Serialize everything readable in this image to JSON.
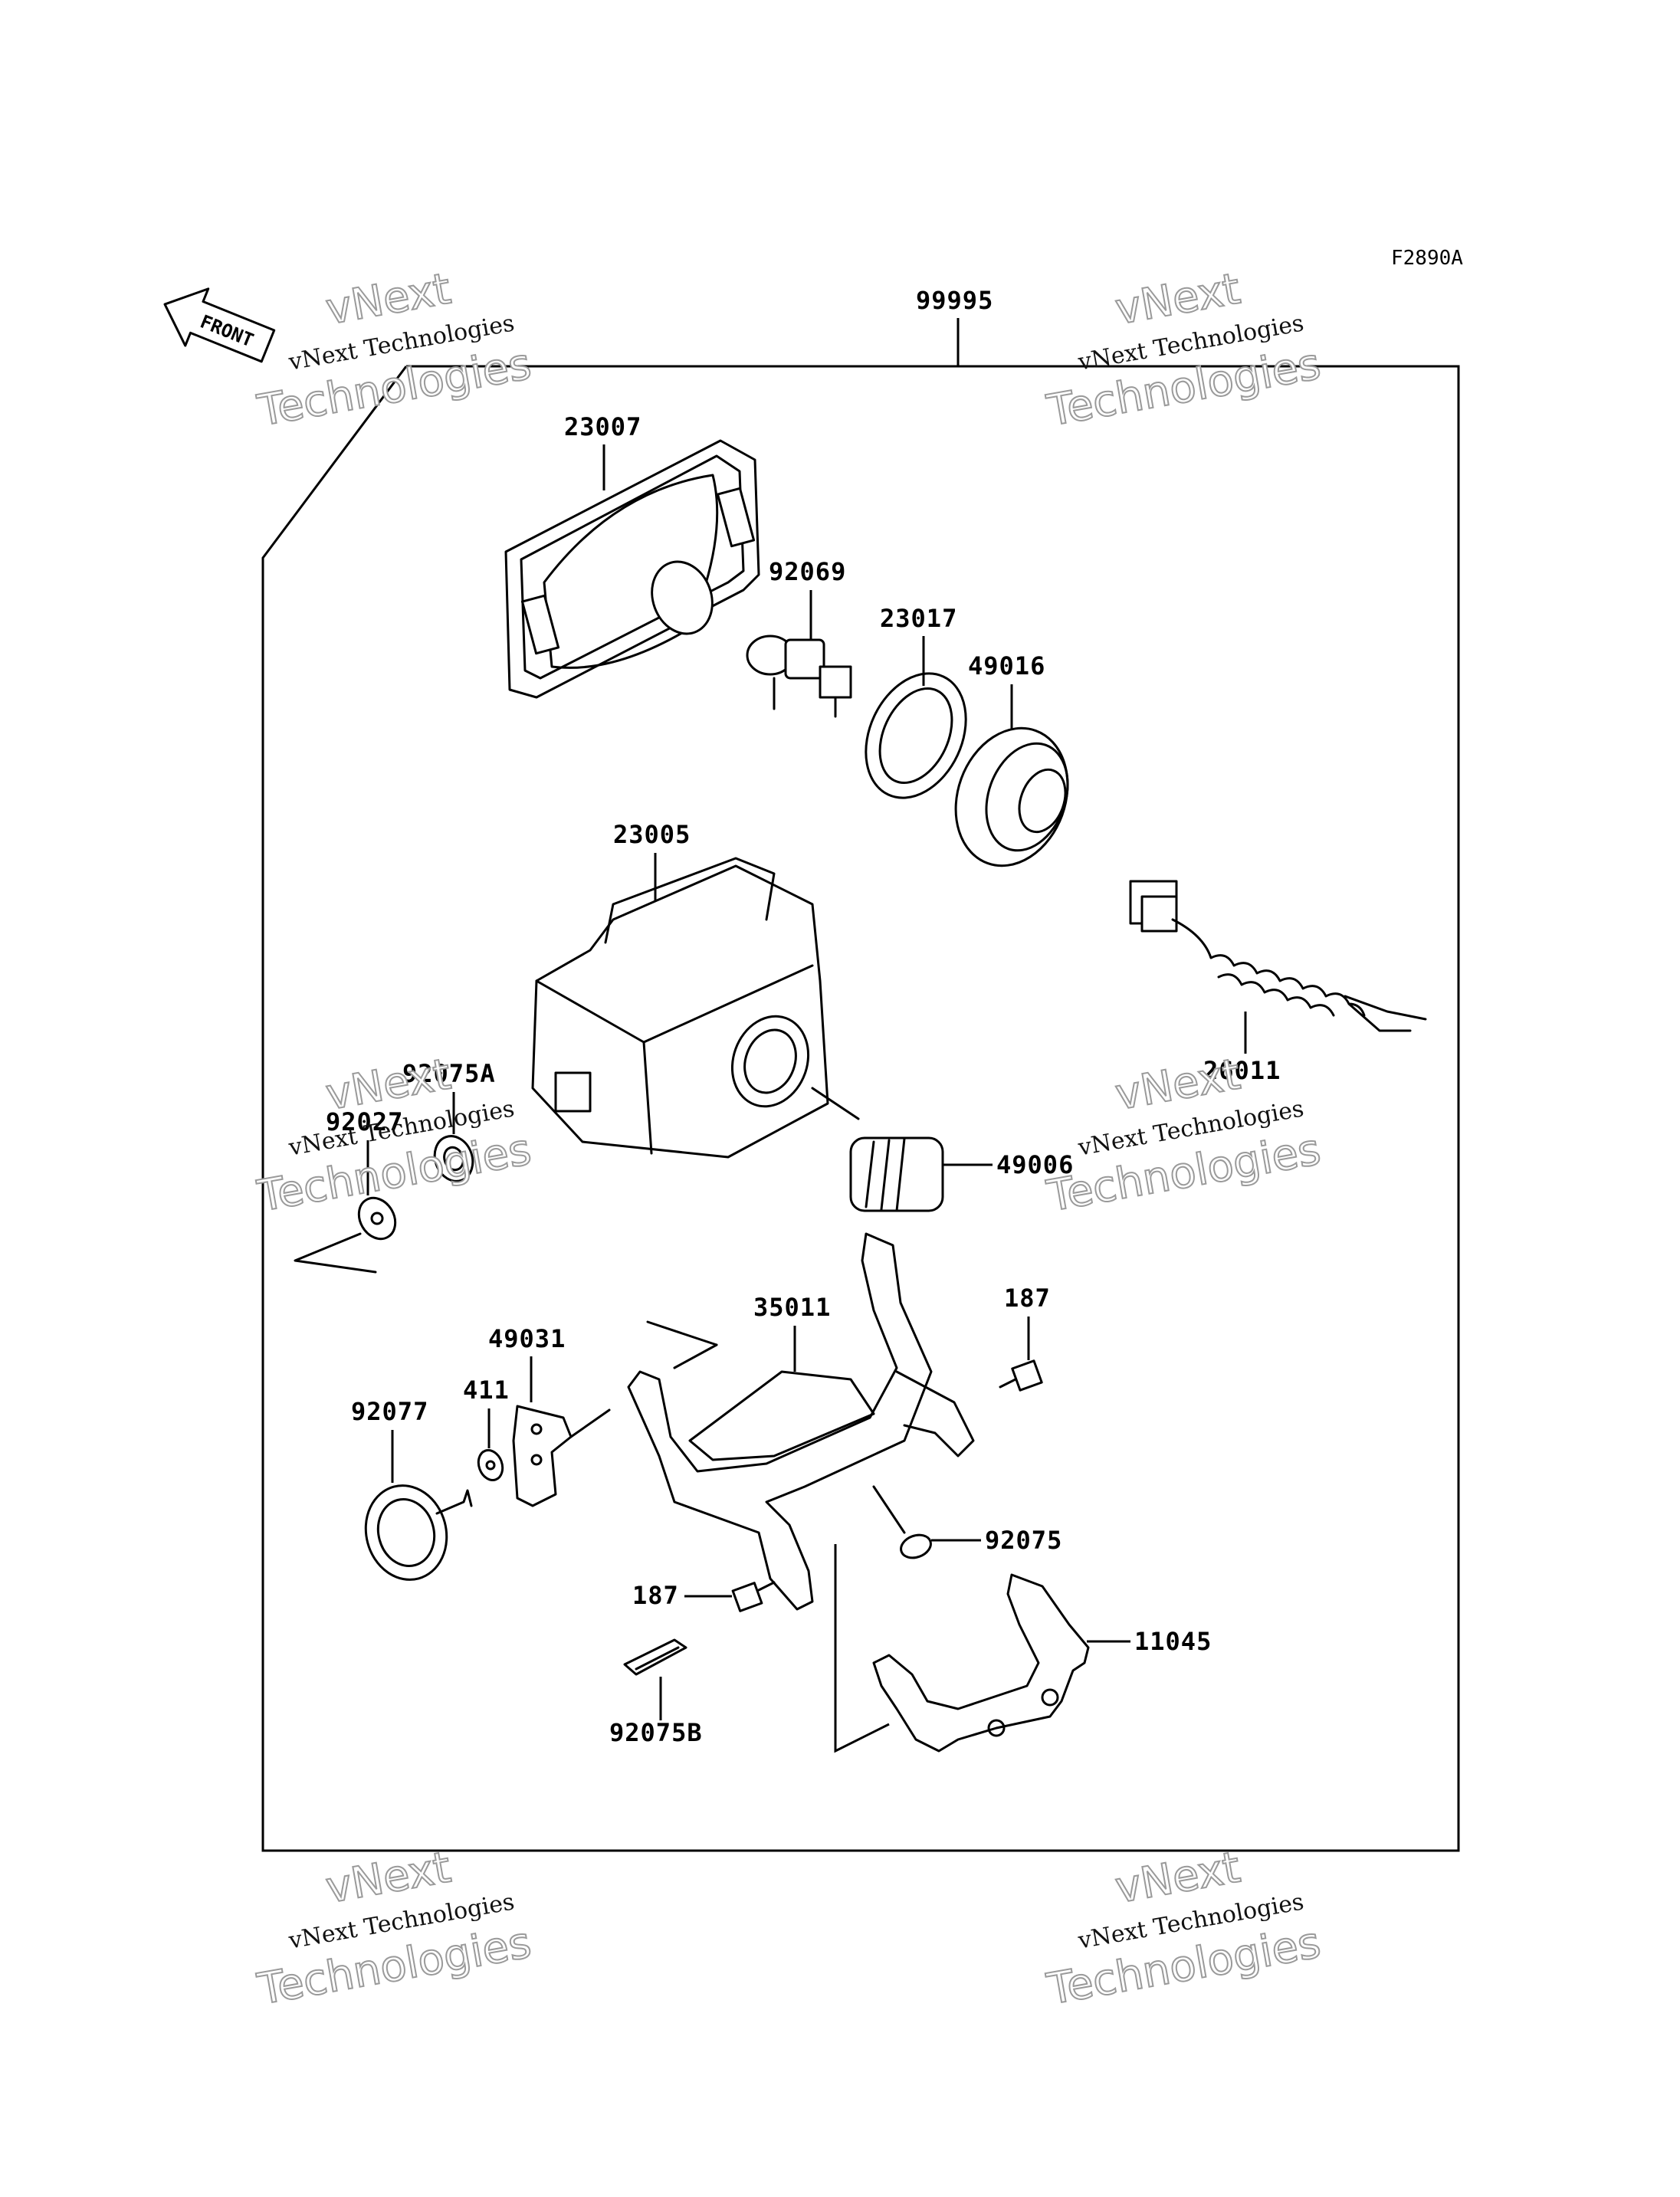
{
  "diagram": {
    "code": "F2890A",
    "front_label": "FRONT",
    "parts": {
      "p99995": "99995",
      "p23007": "23007",
      "p92069": "92069",
      "p23017": "23017",
      "p49016": "49016",
      "p23005": "23005",
      "p26011": "26011",
      "p92075A": "92075A",
      "p92027": "92027",
      "p49006": "49006",
      "p35011": "35011",
      "p187a": "187",
      "p49031": "49031",
      "p411": "411",
      "p92077": "92077",
      "p92075": "92075",
      "p187b": "187",
      "p11045": "11045",
      "p92075B": "92075B"
    }
  },
  "watermark": {
    "line1": "vNext",
    "line2": "vNext Technologies",
    "line3": "Technologies"
  }
}
